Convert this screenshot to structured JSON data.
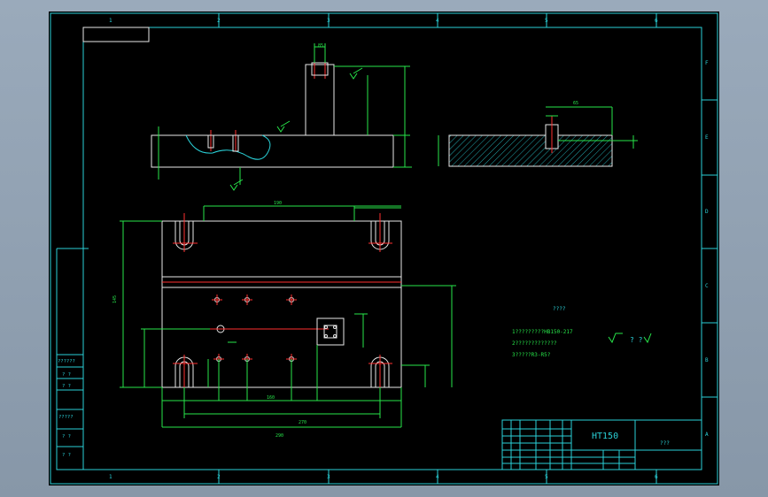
{
  "frame": {
    "zone_numbers_top": [
      "1",
      "2",
      "3",
      "4",
      "5",
      "6"
    ],
    "zone_numbers_bottom": [
      "1",
      "2",
      "3",
      "4",
      "5",
      "6"
    ],
    "zone_letters_right": [
      "F",
      "E",
      "D",
      "C",
      "B",
      "A"
    ]
  },
  "notes": {
    "heading": "????",
    "lines": [
      "1?????????HB150-217",
      "2?????????????",
      "3?????R3-R5?"
    ],
    "roughness": "?  ?"
  },
  "title_block": {
    "material": "HT150",
    "name": "???"
  },
  "left_strip": [
    "??????",
    "? ?",
    "? ?",
    "?????",
    "? ?",
    "? ?"
  ],
  "dimensions": {
    "top_width": "190",
    "overall_length": "290",
    "bottom_length": "270",
    "inner_length": "160",
    "side_height": "145",
    "section_width": "65"
  },
  "colors": {
    "frame": "#2ad1d8",
    "outline": "#e8e8e8",
    "dimension": "#27e64a",
    "centerline": "#ff3030"
  }
}
